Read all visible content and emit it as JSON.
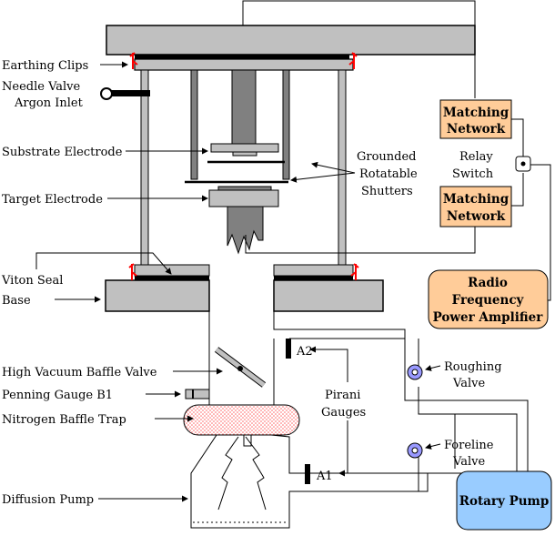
{
  "labels": {
    "earthing_clips": "Earthing Clips",
    "needle_valve": "Needle Valve",
    "argon_inlet": "Argon Inlet",
    "substrate_electrode": "Substrate Electrode",
    "target_electrode": "Target Electrode",
    "viton_seal": "Viton Seal",
    "base": "Base",
    "high_vacuum_baffle_valve": "High Vacuum Baffle Valve",
    "penning_gauge": "Penning Gauge B1",
    "nitrogen_baffle_trap": "Nitrogen Baffle Trap",
    "diffusion_pump": "Diffusion Pump",
    "grounded": "Grounded",
    "rotatable": "Rotatable",
    "shutters": "Shutters",
    "relay": "Relay",
    "switch": "Switch",
    "pirani": "Pirani",
    "gauges": "Gauges",
    "a2": "A2",
    "a1": "A1",
    "roughing": "Roughing",
    "foreline": "Foreline",
    "valve": "Valve"
  },
  "boxes": {
    "matching_top_line1": "Matching",
    "matching_top_line2": "Network",
    "matching_bottom_line1": "Matching",
    "matching_bottom_line2": "Network",
    "rf_line1": "Radio",
    "rf_line2": "Frequency",
    "rf_line3": "Power Amplifier",
    "rotary_pump": "Rotary Pump"
  },
  "colors": {
    "panel_gray": "#c0c0c0",
    "dark_gray": "#808080",
    "orange_box": "#ffcc99",
    "blue_box": "#99ccff",
    "valve_purple": "#9999ff",
    "clip_red": "#ff0000",
    "trap_pink": "#ff9999"
  }
}
